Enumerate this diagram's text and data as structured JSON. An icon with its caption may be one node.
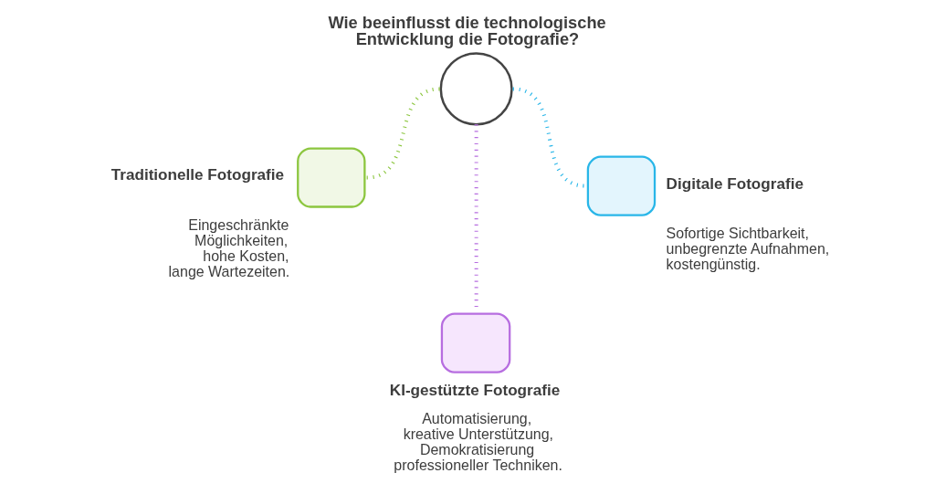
{
  "diagram": {
    "title": "Wie beeinflusst die technologische Entwicklung die Fotografie?",
    "nodes": [
      {
        "text": [],
        "shape": "picture"
      },
      {
        "text": [
          "Traditionelle Fotografie",
          "Eingeschränkte Möglichkeiten, hohe Kosten, lange Wartezeiten."
        ]
      },
      {
        "text": [
          "Digitale Fotografie",
          "Sofortige Sichtbarkeit, unbegrenzte Aufnahmen, kostengünstig."
        ]
      },
      {
        "text": [
          "KI-gestützte Fotografie",
          "Automatisierung, kreative Unterstützung, Demokratisierung professioneller Techniken."
        ]
      }
    ],
    "edges": [
      {
        "from": 0,
        "to": 1,
        "arrow": "none",
        "color": "#8cc63f"
      },
      {
        "from": 0,
        "to": 2,
        "arrow": "none",
        "color": "#29b6e8"
      },
      {
        "from": 0,
        "to": 3,
        "arrow": "none",
        "color": "#b76ee0"
      }
    ]
  }
}
